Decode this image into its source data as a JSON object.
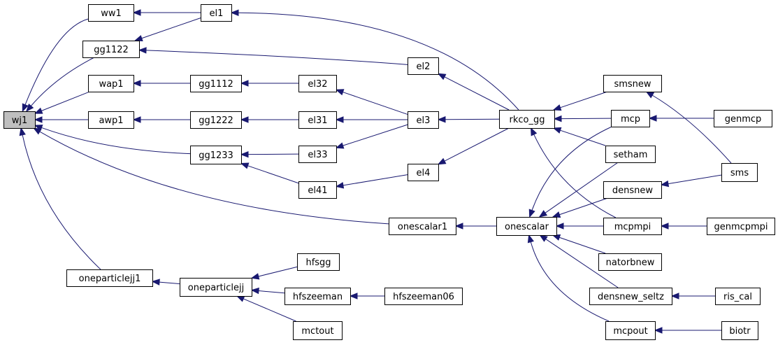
{
  "graph": {
    "root": "wj1",
    "colors": {
      "edge": "#191970",
      "root_fill": "#bfbfbf",
      "node_fill": "#ffffff",
      "node_border": "#000000"
    },
    "nodes": [
      {
        "id": "wj1",
        "label": "wj1"
      },
      {
        "id": "ww1",
        "label": "ww1"
      },
      {
        "id": "el1",
        "label": "el1"
      },
      {
        "id": "gg1122",
        "label": "gg1122"
      },
      {
        "id": "el2",
        "label": "el2"
      },
      {
        "id": "wap1",
        "label": "wap1"
      },
      {
        "id": "gg1112",
        "label": "gg1112"
      },
      {
        "id": "el32",
        "label": "el32"
      },
      {
        "id": "awp1",
        "label": "awp1"
      },
      {
        "id": "gg1222",
        "label": "gg1222"
      },
      {
        "id": "el31",
        "label": "el31"
      },
      {
        "id": "el3",
        "label": "el3"
      },
      {
        "id": "rkco_gg",
        "label": "rkco_gg"
      },
      {
        "id": "gg1233",
        "label": "gg1233"
      },
      {
        "id": "el33",
        "label": "el33"
      },
      {
        "id": "el4",
        "label": "el4"
      },
      {
        "id": "el41",
        "label": "el41"
      },
      {
        "id": "smsnew",
        "label": "smsnew"
      },
      {
        "id": "mcp",
        "label": "mcp"
      },
      {
        "id": "genmcp",
        "label": "genmcp"
      },
      {
        "id": "setham",
        "label": "setham"
      },
      {
        "id": "sms",
        "label": "sms"
      },
      {
        "id": "densnew",
        "label": "densnew"
      },
      {
        "id": "onescalar1",
        "label": "onescalar1"
      },
      {
        "id": "onescalar",
        "label": "onescalar"
      },
      {
        "id": "mcpmpi",
        "label": "mcpmpi"
      },
      {
        "id": "genmcpmpi",
        "label": "genmcpmpi"
      },
      {
        "id": "natorbnew",
        "label": "natorbnew"
      },
      {
        "id": "hfsgg",
        "label": "hfsgg"
      },
      {
        "id": "oneparticlejj1",
        "label": "oneparticlejj1"
      },
      {
        "id": "oneparticlejj",
        "label": "oneparticlejj"
      },
      {
        "id": "hfszeeman",
        "label": "hfszeeman"
      },
      {
        "id": "hfszeeman06",
        "label": "hfszeeman06"
      },
      {
        "id": "densnew_seltz",
        "label": "densnew_seltz"
      },
      {
        "id": "ris_cal",
        "label": "ris_cal"
      },
      {
        "id": "mctout",
        "label": "mctout"
      },
      {
        "id": "mcpout",
        "label": "mcpout"
      },
      {
        "id": "biotr",
        "label": "biotr"
      }
    ],
    "edges": [
      {
        "from": "ww1",
        "to": "wj1"
      },
      {
        "from": "el1",
        "to": "ww1"
      },
      {
        "from": "el1",
        "to": "gg1122"
      },
      {
        "from": "rkco_gg",
        "to": "el1"
      },
      {
        "from": "gg1122",
        "to": "wj1"
      },
      {
        "from": "el2",
        "to": "gg1122"
      },
      {
        "from": "rkco_gg",
        "to": "el2"
      },
      {
        "from": "wap1",
        "to": "wj1"
      },
      {
        "from": "gg1112",
        "to": "wap1"
      },
      {
        "from": "el32",
        "to": "gg1112"
      },
      {
        "from": "el3",
        "to": "el32"
      },
      {
        "from": "awp1",
        "to": "wj1"
      },
      {
        "from": "gg1222",
        "to": "awp1"
      },
      {
        "from": "el31",
        "to": "gg1222"
      },
      {
        "from": "el3",
        "to": "el31"
      },
      {
        "from": "rkco_gg",
        "to": "el3"
      },
      {
        "from": "gg1233",
        "to": "wj1"
      },
      {
        "from": "el33",
        "to": "gg1233"
      },
      {
        "from": "el3",
        "to": "el33"
      },
      {
        "from": "el41",
        "to": "gg1233"
      },
      {
        "from": "el4",
        "to": "el41"
      },
      {
        "from": "rkco_gg",
        "to": "el4"
      },
      {
        "from": "smsnew",
        "to": "rkco_gg"
      },
      {
        "from": "mcp",
        "to": "rkco_gg"
      },
      {
        "from": "setham",
        "to": "rkco_gg"
      },
      {
        "from": "mcpmpi",
        "to": "rkco_gg"
      },
      {
        "from": "sms",
        "to": "smsnew"
      },
      {
        "from": "genmcp",
        "to": "mcp"
      },
      {
        "from": "sms",
        "to": "densnew"
      },
      {
        "from": "onescalar1",
        "to": "wj1"
      },
      {
        "from": "onescalar",
        "to": "onescalar1"
      },
      {
        "from": "mcp",
        "to": "onescalar"
      },
      {
        "from": "setham",
        "to": "onescalar"
      },
      {
        "from": "densnew",
        "to": "onescalar"
      },
      {
        "from": "mcpmpi",
        "to": "onescalar"
      },
      {
        "from": "natorbnew",
        "to": "onescalar"
      },
      {
        "from": "densnew_seltz",
        "to": "onescalar"
      },
      {
        "from": "mcpout",
        "to": "onescalar"
      },
      {
        "from": "genmcpmpi",
        "to": "mcpmpi"
      },
      {
        "from": "ris_cal",
        "to": "densnew_seltz"
      },
      {
        "from": "biotr",
        "to": "mcpout"
      },
      {
        "from": "oneparticlejj1",
        "to": "wj1"
      },
      {
        "from": "oneparticlejj",
        "to": "oneparticlejj1"
      },
      {
        "from": "hfsgg",
        "to": "oneparticlejj"
      },
      {
        "from": "hfszeeman",
        "to": "oneparticlejj"
      },
      {
        "from": "mctout",
        "to": "oneparticlejj"
      },
      {
        "from": "hfszeeman06",
        "to": "hfszeeman"
      }
    ]
  }
}
